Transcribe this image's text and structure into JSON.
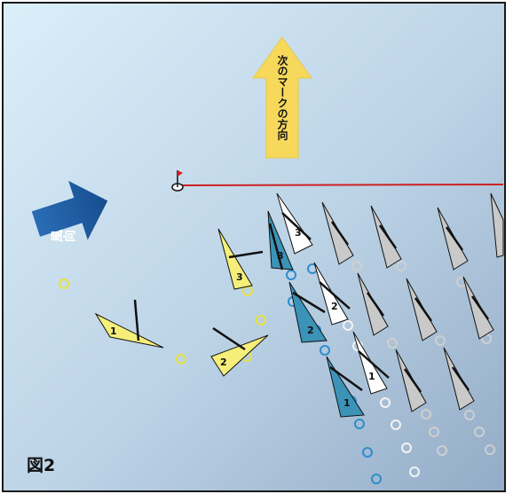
{
  "figure_label": "図2",
  "wind_label": "風向",
  "next_mark_label": "次のマークの方向",
  "colors": {
    "sky_top": "#d9eef8",
    "sky_bottom": "#9fb6cf",
    "frame": "#1a1a1a",
    "wind_arrow": "#1d5fa8",
    "mark_arrow": "#f7d95a",
    "line": "#cc2222",
    "yellow_boat": "#f5ef7a",
    "blue_boat": "#3b93b8",
    "white_boat": "#ffffff",
    "gray_boat": "#c9c9c9",
    "yellow_ring": "#e9e23a",
    "blue_ring": "#2e8dcc",
    "white_ring": "#f3f3f3",
    "gray_ring": "#cfcfcf"
  },
  "boat_numbers": {
    "yellow": [
      "1",
      "2",
      "3"
    ],
    "blue": [
      "1",
      "2",
      "3"
    ],
    "white": [
      "1",
      "2",
      "3"
    ]
  }
}
